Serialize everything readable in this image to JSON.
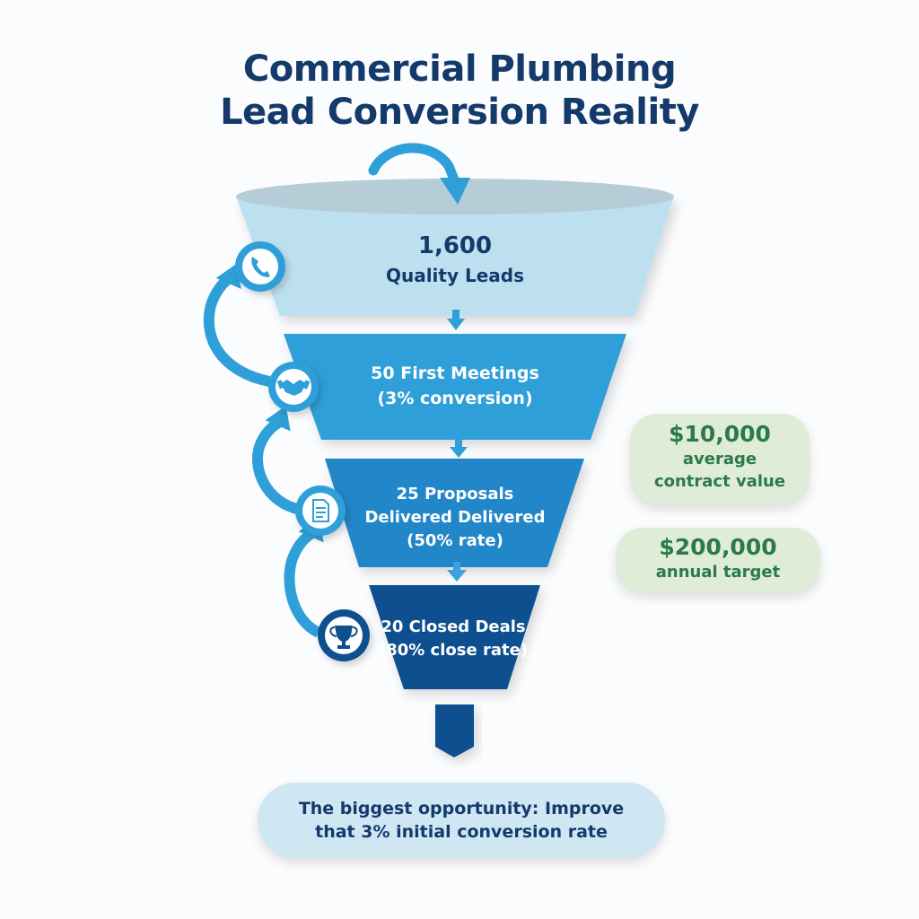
{
  "title": {
    "line1": "Commercial Plumbing",
    "line2": "Lead Conversion Reality"
  },
  "funnel": {
    "tiers": [
      {
        "value": "1,600",
        "label": "Quality Leads",
        "icon": "phone-icon",
        "color": "#bde0f1"
      },
      {
        "line1": "50 First Meetings",
        "line2": "(3% conversion)",
        "icon": "handshake-icon",
        "color": "#2e9fd8"
      },
      {
        "line1": "25 Proposals",
        "line2": "Delivered Delivered",
        "line3": "(50% rate)",
        "icon": "document-icon",
        "color": "#2187c9"
      },
      {
        "line1": "20 Closed Deals",
        "line2": "(80% close rate)",
        "icon": "trophy-icon",
        "color": "#0f4f8f"
      }
    ]
  },
  "stats": [
    {
      "value": "$10,000",
      "label_line1": "average",
      "label_line2": "contract value"
    },
    {
      "value": "$200,000",
      "label_line1": "annual target"
    }
  ],
  "callout": {
    "line1": "The biggest opportunity: Improve",
    "line2": "that 3% initial conversion rate"
  },
  "colors": {
    "title": "#143a6b",
    "accent_blue": "#2e9fd8",
    "dark_blue": "#0f4f8f",
    "stat_green": "#2b7a47",
    "stat_bg": "#deecd8",
    "callout_bg": "#cfe6f3"
  },
  "chart_data": {
    "type": "funnel",
    "title": "Commercial Plumbing Lead Conversion Reality",
    "stages": [
      "Quality Leads",
      "First Meetings",
      "Proposals Delivered",
      "Closed Deals"
    ],
    "values": [
      1600,
      50,
      25,
      20
    ],
    "conversion_rates": [
      null,
      "3%",
      "50%",
      "80%"
    ],
    "annotations": [
      "$10,000 average contract value",
      "$200,000 annual target",
      "The biggest opportunity: Improve that 3% initial conversion rate"
    ]
  }
}
